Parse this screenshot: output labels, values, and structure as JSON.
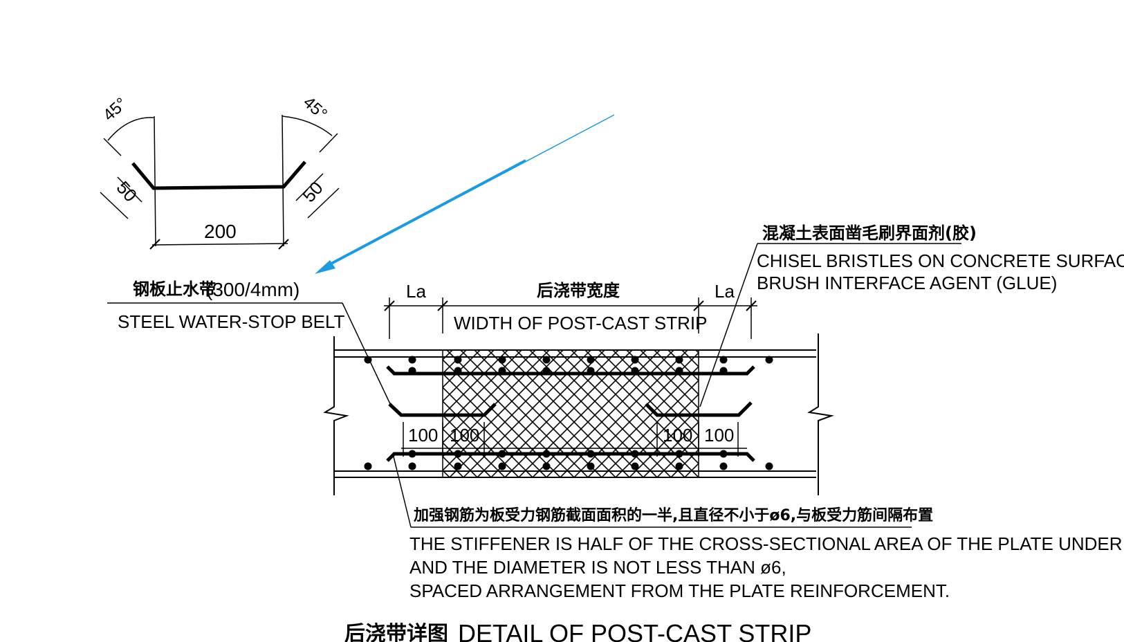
{
  "profile": {
    "angle_left": "45°",
    "angle_right": "45°",
    "flange_left": "50",
    "flange_right": "50",
    "base_width": "200"
  },
  "labels": {
    "waterstop_cn": "钢板止水带",
    "waterstop_spec": "(300/4mm)",
    "waterstop_en": "STEEL WATER-STOP BELT",
    "la_left": "La",
    "la_right": "La",
    "strip_width_cn": "后浇带宽度",
    "strip_width_en": "WIDTH OF POST-CAST STRIP",
    "surface_cn": "混凝土表面凿毛刷界面剂(胶)",
    "surface_en_1": "CHISEL BRISTLES ON CONCRETE SURFACE,",
    "surface_en_2": "BRUSH INTERFACE AGENT (GLUE)",
    "dim_100_a": "100",
    "dim_100_b": "100",
    "dim_100_c": "100",
    "dim_100_d": "100",
    "stiffener_cn": "加强钢筋为板受力钢筋截面面积的一半,且直径不小于ø6,与板受力筋间隔布置",
    "stiffener_en_1": "THE STIFFENER IS HALF OF THE CROSS-SECTIONAL AREA OF THE PLATE UNDER STRESS,",
    "stiffener_en_2": "AND THE DIAMETER IS NOT LESS THAN ø6,",
    "stiffener_en_3": "SPACED ARRANGEMENT FROM THE PLATE REINFORCEMENT.",
    "title_cn": "后浇带详图",
    "title_en": "DETAIL OF POST-CAST STRIP"
  },
  "colors": {
    "line": "#000000",
    "pointer_arrow": "#1E9BE0",
    "background": "#ffffff"
  }
}
